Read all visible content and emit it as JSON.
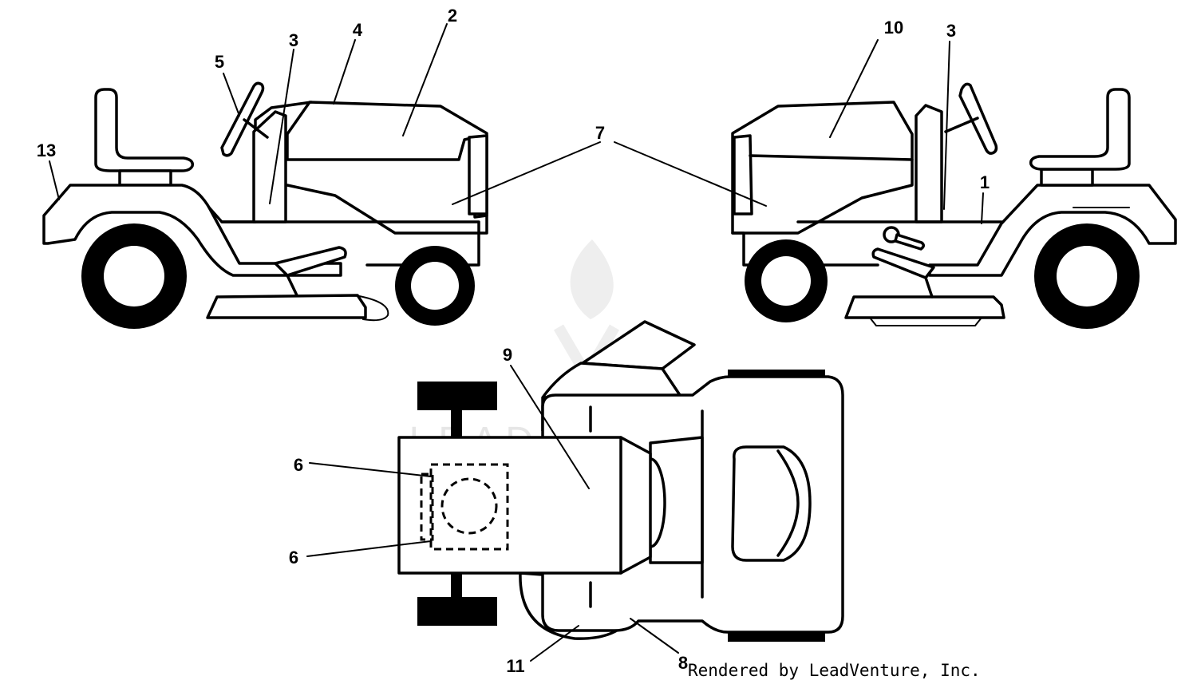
{
  "callouts": [
    {
      "id": "callout-13",
      "label": "13"
    },
    {
      "id": "callout-5",
      "label": "5"
    },
    {
      "id": "callout-3a",
      "label": "3"
    },
    {
      "id": "callout-4",
      "label": "4"
    },
    {
      "id": "callout-2",
      "label": "2"
    },
    {
      "id": "callout-7",
      "label": "7"
    },
    {
      "id": "callout-10",
      "label": "10"
    },
    {
      "id": "callout-3b",
      "label": "3"
    },
    {
      "id": "callout-1",
      "label": "1"
    },
    {
      "id": "callout-9",
      "label": "9"
    },
    {
      "id": "callout-6a",
      "label": "6"
    },
    {
      "id": "callout-6b",
      "label": "6"
    },
    {
      "id": "callout-11",
      "label": "11"
    },
    {
      "id": "callout-8",
      "label": "8"
    }
  ],
  "watermark": {
    "text": "LEADVENTURE"
  },
  "credit": "Rendered by LeadVenture, Inc."
}
